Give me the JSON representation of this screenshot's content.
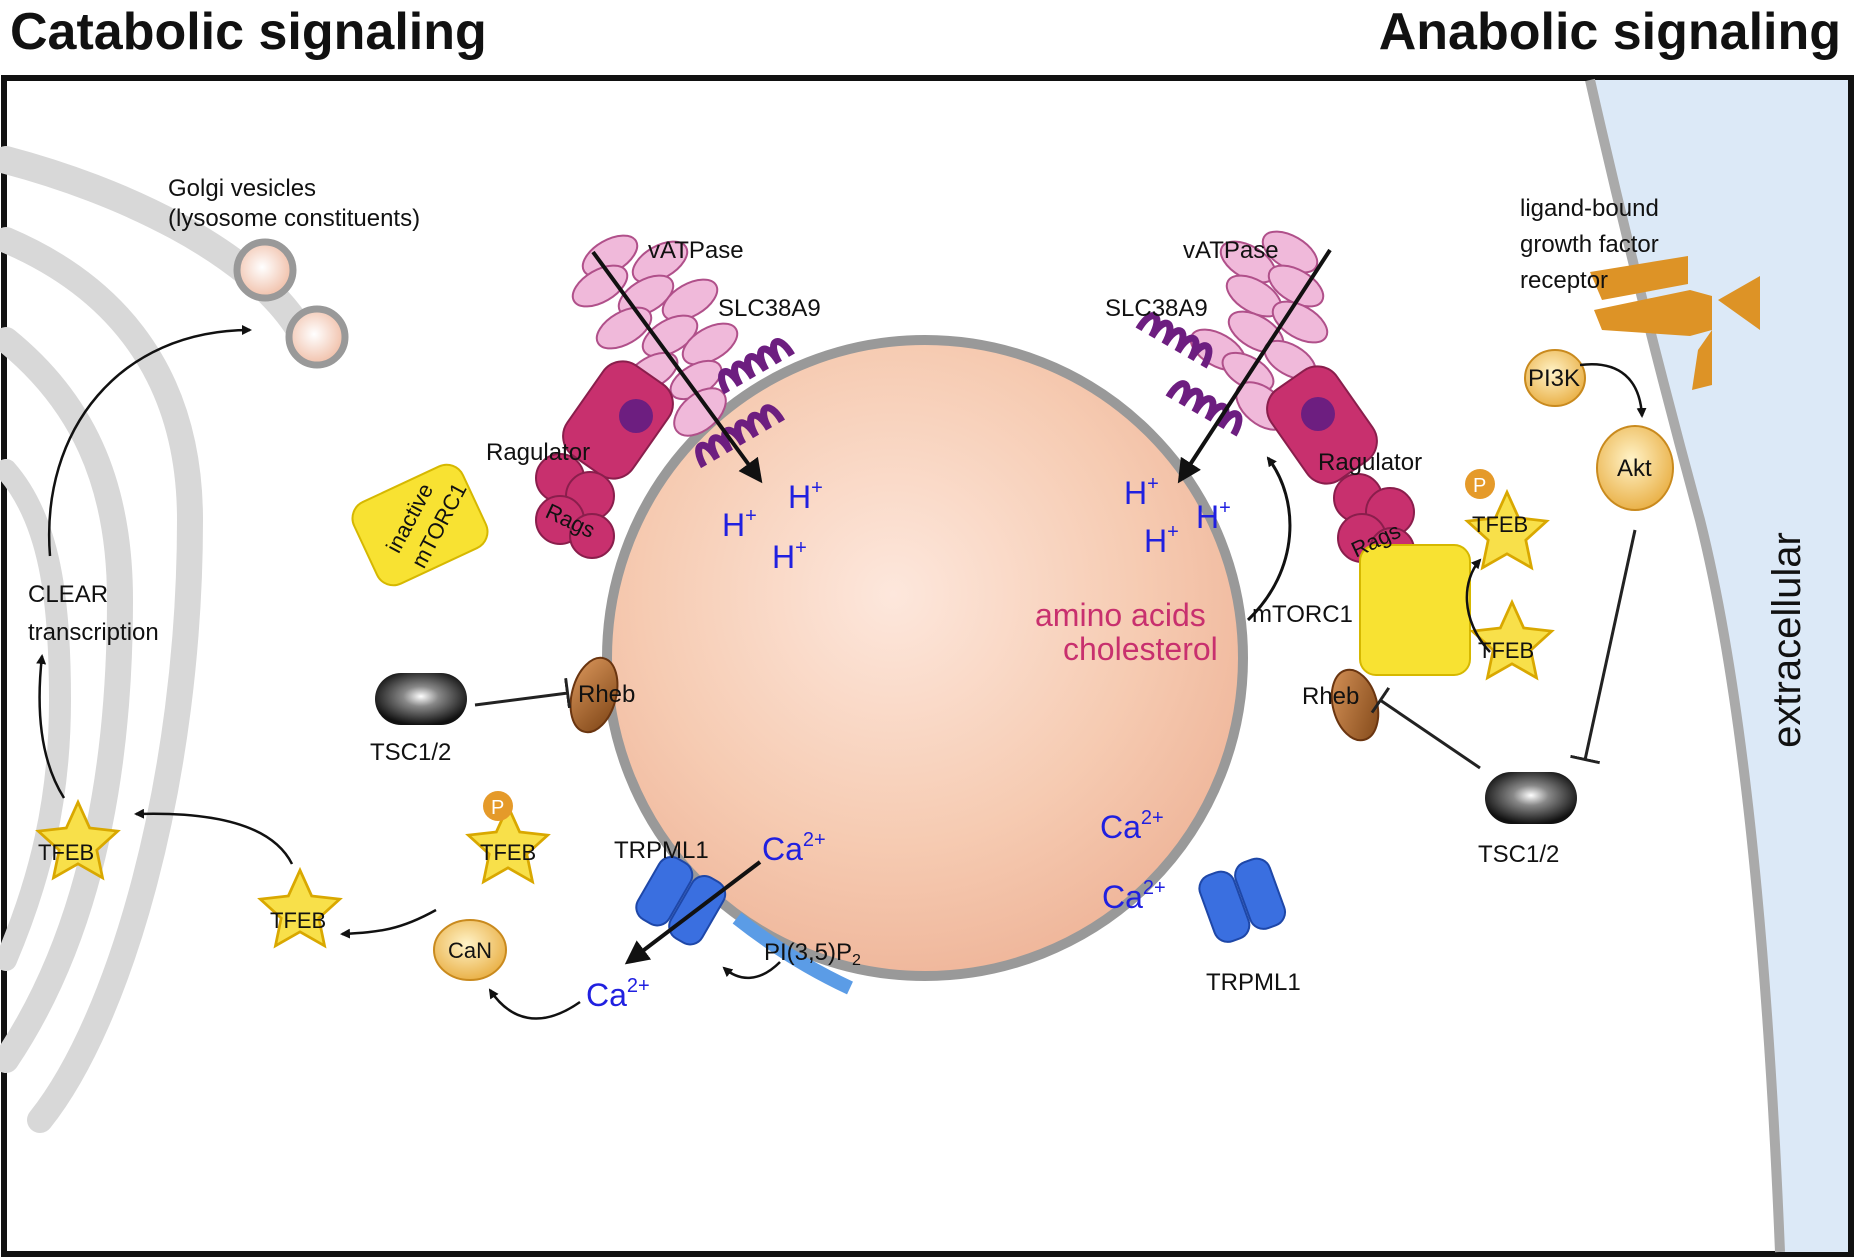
{
  "headers": {
    "left": "Catabolic signaling",
    "right": "Anabolic signaling"
  },
  "labels": {
    "golgi_vesicles_1": "Golgi vesicles",
    "golgi_vesicles_2": "(lysosome constituents)",
    "vatpase": "vATPase",
    "slc38a9": "SLC38A9",
    "ragulator": "Ragulator",
    "rags": "Rags",
    "inactive_mtorc1_1": "inactive",
    "inactive_mtorc1_2": "mTORC1",
    "mtorc1": "mTORC1",
    "rheb": "Rheb",
    "tsc": "TSC1/2",
    "clear_1": "CLEAR",
    "clear_2": "transcription",
    "tfeb": "TFEB",
    "phospho": "P",
    "can": "CaN",
    "trpml1": "TRPML1",
    "pi35p2": "PI(3,5)P",
    "pi35p2_sub": "2",
    "amino_acids": "amino acids",
    "cholesterol": "cholesterol",
    "ligand_1": "ligand-bound",
    "ligand_2": "growth factor",
    "ligand_3": "receptor",
    "pi3k": "PI3K",
    "akt": "Akt",
    "extracellular": "extracellular",
    "proton": "H",
    "proton_charge": "+",
    "calcium": "Ca",
    "calcium_charge": "2+"
  },
  "colors": {
    "lysosome_fill": "#f3c4a8",
    "membrane": "#999999",
    "extracellular_fill": "#dce9f7",
    "vatpase": "#f0b9da",
    "ragulator": "#c8306e",
    "slc38a9": "#6d1e80",
    "mtorc1": "#f8e232",
    "tfeb": "#f8e04a",
    "phospho": "#e59a2a",
    "trpml1": "#3a6fe0",
    "calcium_text": "#2020e0",
    "amino_text": "#c8306e",
    "receptor": "#dd9326",
    "pi3k": "#f0c055",
    "rheb": "#a4622a"
  }
}
